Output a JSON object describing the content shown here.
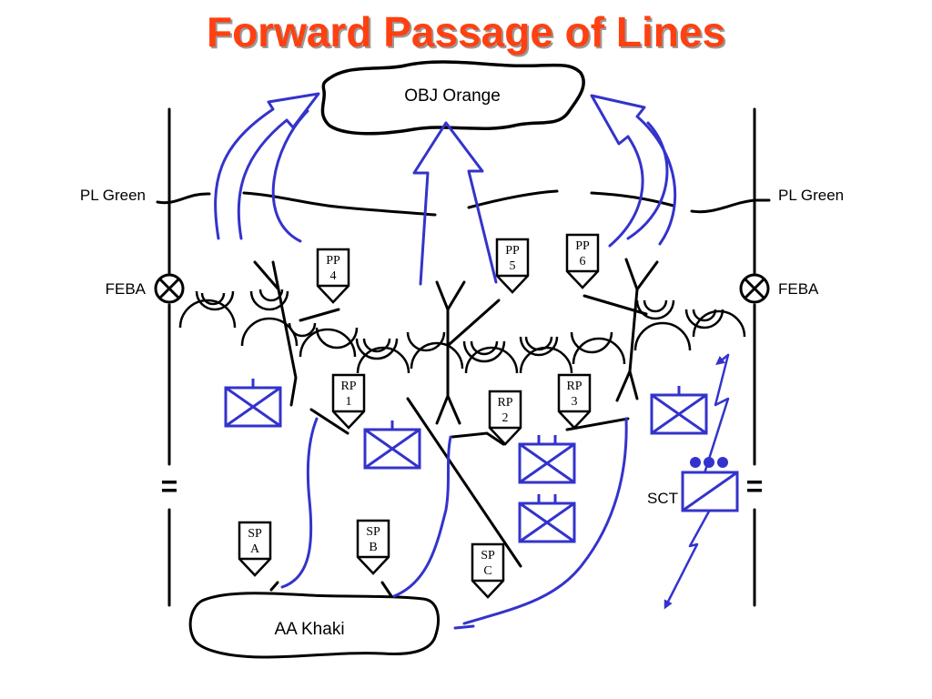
{
  "title": "Forward Passage of Lines",
  "labels": {
    "objective": "OBJ Orange",
    "assembly_area": "AA Khaki",
    "phase_line_left": "PL Green",
    "phase_line_right": "PL Green",
    "feba_left": "FEBA",
    "feba_right": "FEBA",
    "sct": "SCT",
    "boundary_symbol_left": "=",
    "boundary_symbol_right": "="
  },
  "points": [
    {
      "id": "pp4",
      "line1": "PP",
      "line2": "4"
    },
    {
      "id": "pp5",
      "line1": "PP",
      "line2": "5"
    },
    {
      "id": "pp6",
      "line1": "PP",
      "line2": "6"
    },
    {
      "id": "rp1",
      "line1": "RP",
      "line2": "1"
    },
    {
      "id": "rp2",
      "line1": "RP",
      "line2": "2"
    },
    {
      "id": "rp3",
      "line1": "RP",
      "line2": "3"
    },
    {
      "id": "spa",
      "line1": "SP",
      "line2": "A"
    },
    {
      "id": "spb",
      "line1": "SP",
      "line2": "B"
    },
    {
      "id": "spc",
      "line1": "SP",
      "line2": "C"
    }
  ],
  "colors": {
    "title": "#ff4010",
    "friendly": "#3333cc",
    "graphics": "#000000"
  }
}
